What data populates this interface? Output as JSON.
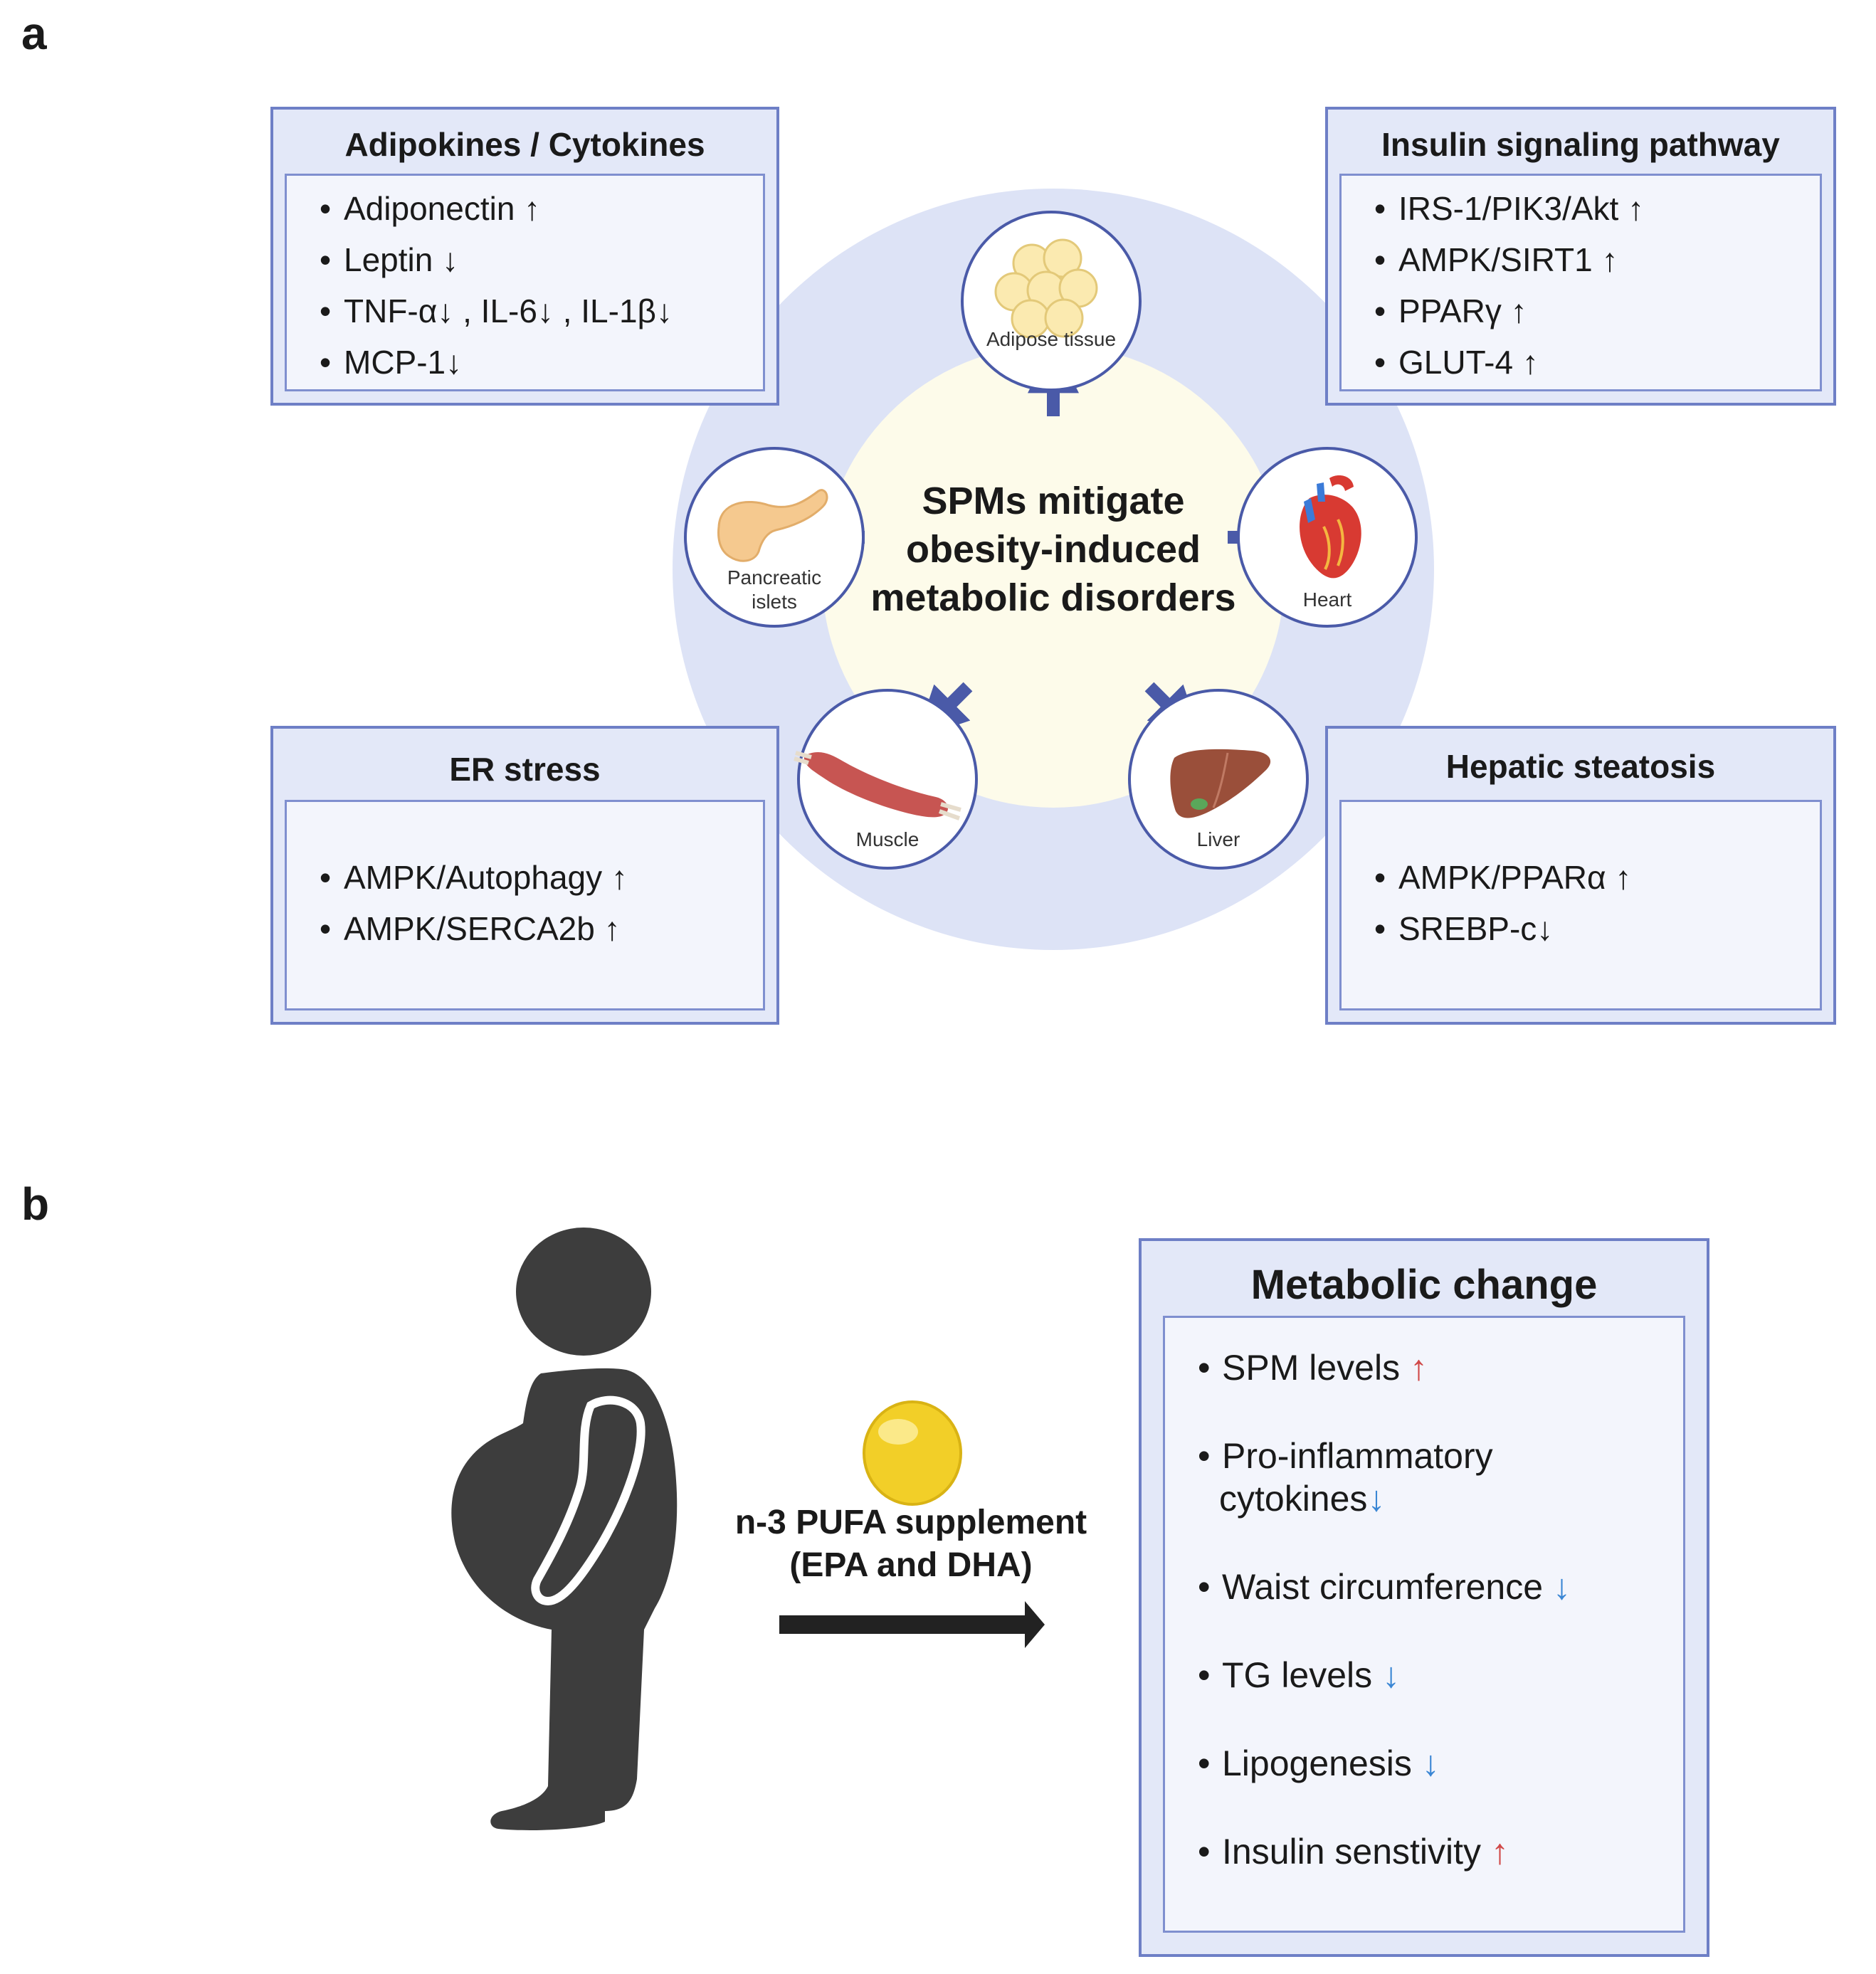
{
  "panel_a": {
    "letter": "a",
    "center_title": [
      "SPMs mitigate",
      "obesity-induced",
      "metabolic disorders"
    ],
    "organs": [
      {
        "key": "adipose",
        "label": [
          "Adipose tissue"
        ]
      },
      {
        "key": "pancreas",
        "label": [
          "Pancreatic",
          "islets"
        ]
      },
      {
        "key": "heart",
        "label": [
          "Heart"
        ]
      },
      {
        "key": "muscle",
        "label": [
          "Muscle"
        ]
      },
      {
        "key": "liver",
        "label": [
          "Liver"
        ]
      }
    ],
    "boxes": [
      {
        "key": "adipokines",
        "title": "Adipokines / Cytokines",
        "items": [
          "Adiponectin ↑",
          "Leptin ↓",
          "TNF-α↓ , IL-6↓ , IL-1β↓",
          "MCP-1↓"
        ]
      },
      {
        "key": "insulin",
        "title": "Insulin signaling pathway",
        "items": [
          "IRS-1/PIK3/Akt ↑",
          "AMPK/SIRT1 ↑",
          "PPARγ ↑",
          "GLUT-4 ↑"
        ]
      },
      {
        "key": "er",
        "title": "ER stress",
        "items": [
          "AMPK/Autophagy ↑",
          "AMPK/SERCA2b ↑"
        ]
      },
      {
        "key": "hepatic",
        "title": "Hepatic steatosis",
        "items": [
          "AMPK/PPARα ↑",
          "SREBP-c↓"
        ]
      }
    ]
  },
  "panel_b": {
    "letter": "b",
    "supplement_label": [
      "n-3 PUFA supplement",
      "(EPA and DHA)"
    ],
    "box_title": "Metabolic change",
    "items": [
      {
        "text": [
          "SPM levels"
        ],
        "arrow": "↑",
        "dir": "up"
      },
      {
        "text": [
          "Pro-inflammatory",
          "cytokines"
        ],
        "arrow": "↓",
        "dir": "down"
      },
      {
        "text": [
          "Waist circumference"
        ],
        "arrow": "↓",
        "dir": "down"
      },
      {
        "text": [
          "TG levels"
        ],
        "arrow": "↓",
        "dir": "down"
      },
      {
        "text": [
          "Lipogenesis"
        ],
        "arrow": "↓",
        "dir": "down"
      },
      {
        "text": [
          "Insulin senstivity"
        ],
        "arrow": "↑",
        "dir": "up"
      }
    ],
    "colors": {
      "up": "#d04848",
      "down": "#3a86d4"
    }
  },
  "colors": {
    "box_border": "#6e7fc6",
    "box_fill": "#e3e8f8",
    "arrow": "#4a5aa8",
    "outer_ring": "#dde3f6",
    "inner_disc": "#fdfbea",
    "figure": "#3d3d3d"
  }
}
